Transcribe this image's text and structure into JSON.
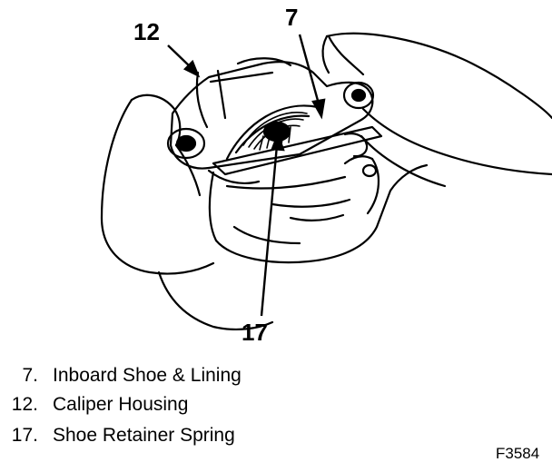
{
  "callouts": {
    "c12": "12",
    "c7": "7",
    "c17": "17"
  },
  "legend": [
    {
      "number": "7.",
      "text": "Inboard Shoe & Lining"
    },
    {
      "number": "12.",
      "text": "Caliper Housing"
    },
    {
      "number": "17.",
      "text": "Shoe Retainer Spring"
    }
  ],
  "figure_code": "F3584"
}
